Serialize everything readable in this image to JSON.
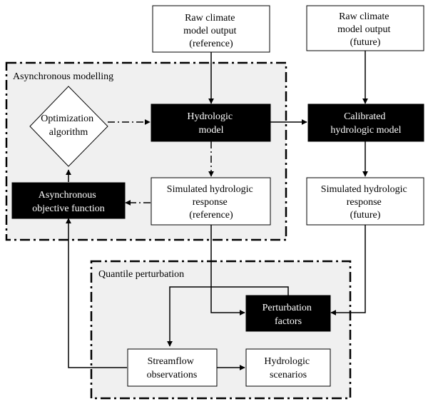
{
  "regions": {
    "async": {
      "label": "Asynchronous modelling"
    },
    "quantile": {
      "label": "Quantile perturbation"
    }
  },
  "nodes": {
    "raw_ref": {
      "lines": [
        "Raw climate",
        "model output",
        "(reference)"
      ]
    },
    "raw_fut": {
      "lines": [
        "Raw climate",
        "model output",
        "(future)"
      ]
    },
    "hydro_model": {
      "lines": [
        "Hydrologic",
        "model"
      ]
    },
    "calibrated_model": {
      "lines": [
        "Calibrated",
        "hydrologic model"
      ]
    },
    "optimization": {
      "lines": [
        "Optimization",
        "algorithm"
      ]
    },
    "async_objective": {
      "lines": [
        "Asynchronous",
        "objective function"
      ]
    },
    "sim_ref": {
      "lines": [
        "Simulated hydrologic",
        "response",
        "(reference)"
      ]
    },
    "sim_fut": {
      "lines": [
        "Simulated hydrologic",
        "response",
        "(future)"
      ]
    },
    "perturbation": {
      "lines": [
        "Perturbation",
        "factors"
      ]
    },
    "streamflow": {
      "lines": [
        "Streamflow",
        "observations"
      ]
    },
    "scenarios": {
      "lines": [
        "Hydrologic",
        "scenarios"
      ]
    }
  },
  "colors": {
    "region_fill": "#f0f0f0",
    "dark_box": "#000000",
    "light_box": "#ffffff",
    "line": "#000000"
  }
}
